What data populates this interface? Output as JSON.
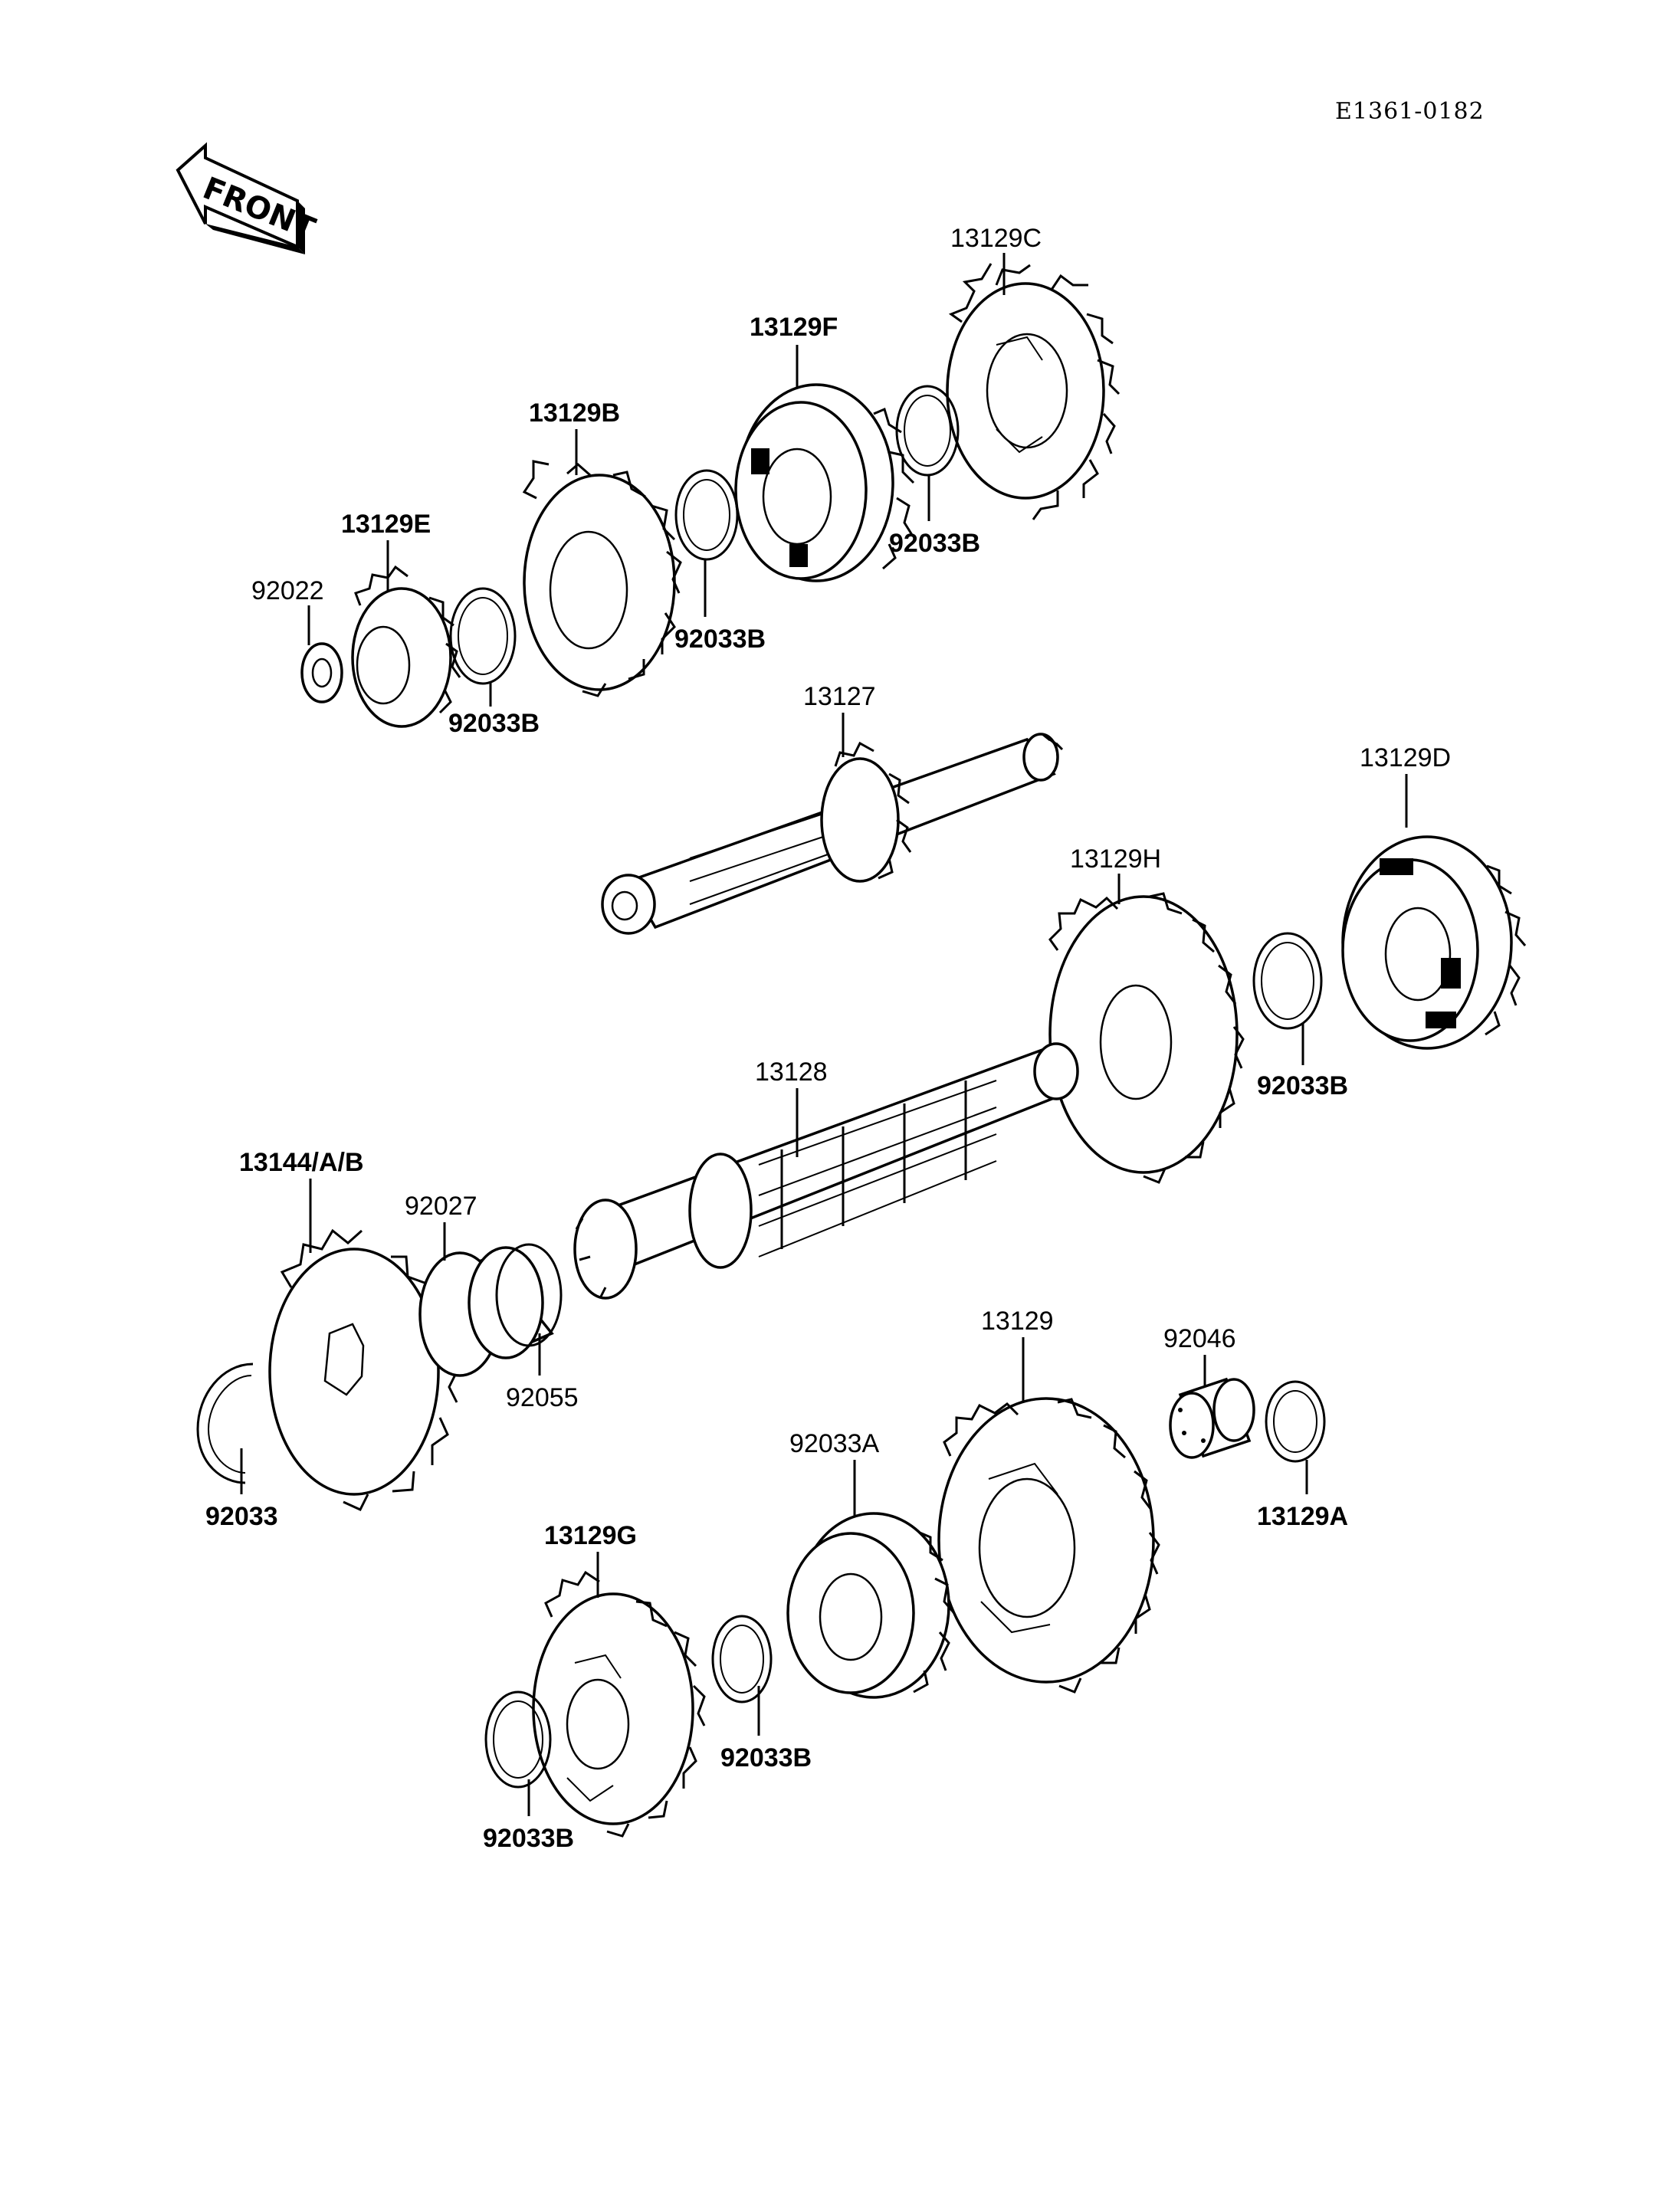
{
  "ref_code": "E1361-0182",
  "front_label": "FRONT",
  "parts": [
    {
      "key": "p13129C",
      "label": "13129C"
    },
    {
      "key": "p13129F",
      "label": "13129F"
    },
    {
      "key": "p13129B",
      "label": "13129B"
    },
    {
      "key": "p92033B_a",
      "label": "92033B"
    },
    {
      "key": "p13129E",
      "label": "13129E"
    },
    {
      "key": "p92022",
      "label": "92022"
    },
    {
      "key": "p92033B_b",
      "label": "92033B"
    },
    {
      "key": "p92033B_c",
      "label": "92033B"
    },
    {
      "key": "p13127",
      "label": "13127"
    },
    {
      "key": "p13129D",
      "label": "13129D"
    },
    {
      "key": "p13129H",
      "label": "13129H"
    },
    {
      "key": "p92033B_d",
      "label": "92033B"
    },
    {
      "key": "p13128",
      "label": "13128"
    },
    {
      "key": "p13144",
      "label": "13144/A/B"
    },
    {
      "key": "p92027",
      "label": "92027"
    },
    {
      "key": "p92055",
      "label": "92055"
    },
    {
      "key": "p92033",
      "label": "92033"
    },
    {
      "key": "p13129",
      "label": "13129"
    },
    {
      "key": "p92046",
      "label": "92046"
    },
    {
      "key": "p13129A",
      "label": "13129A"
    },
    {
      "key": "p92033A",
      "label": "92033A"
    },
    {
      "key": "p13129G",
      "label": "13129G"
    },
    {
      "key": "p92033B_e",
      "label": "92033B"
    },
    {
      "key": "p92033B_f",
      "label": "92033B"
    }
  ]
}
